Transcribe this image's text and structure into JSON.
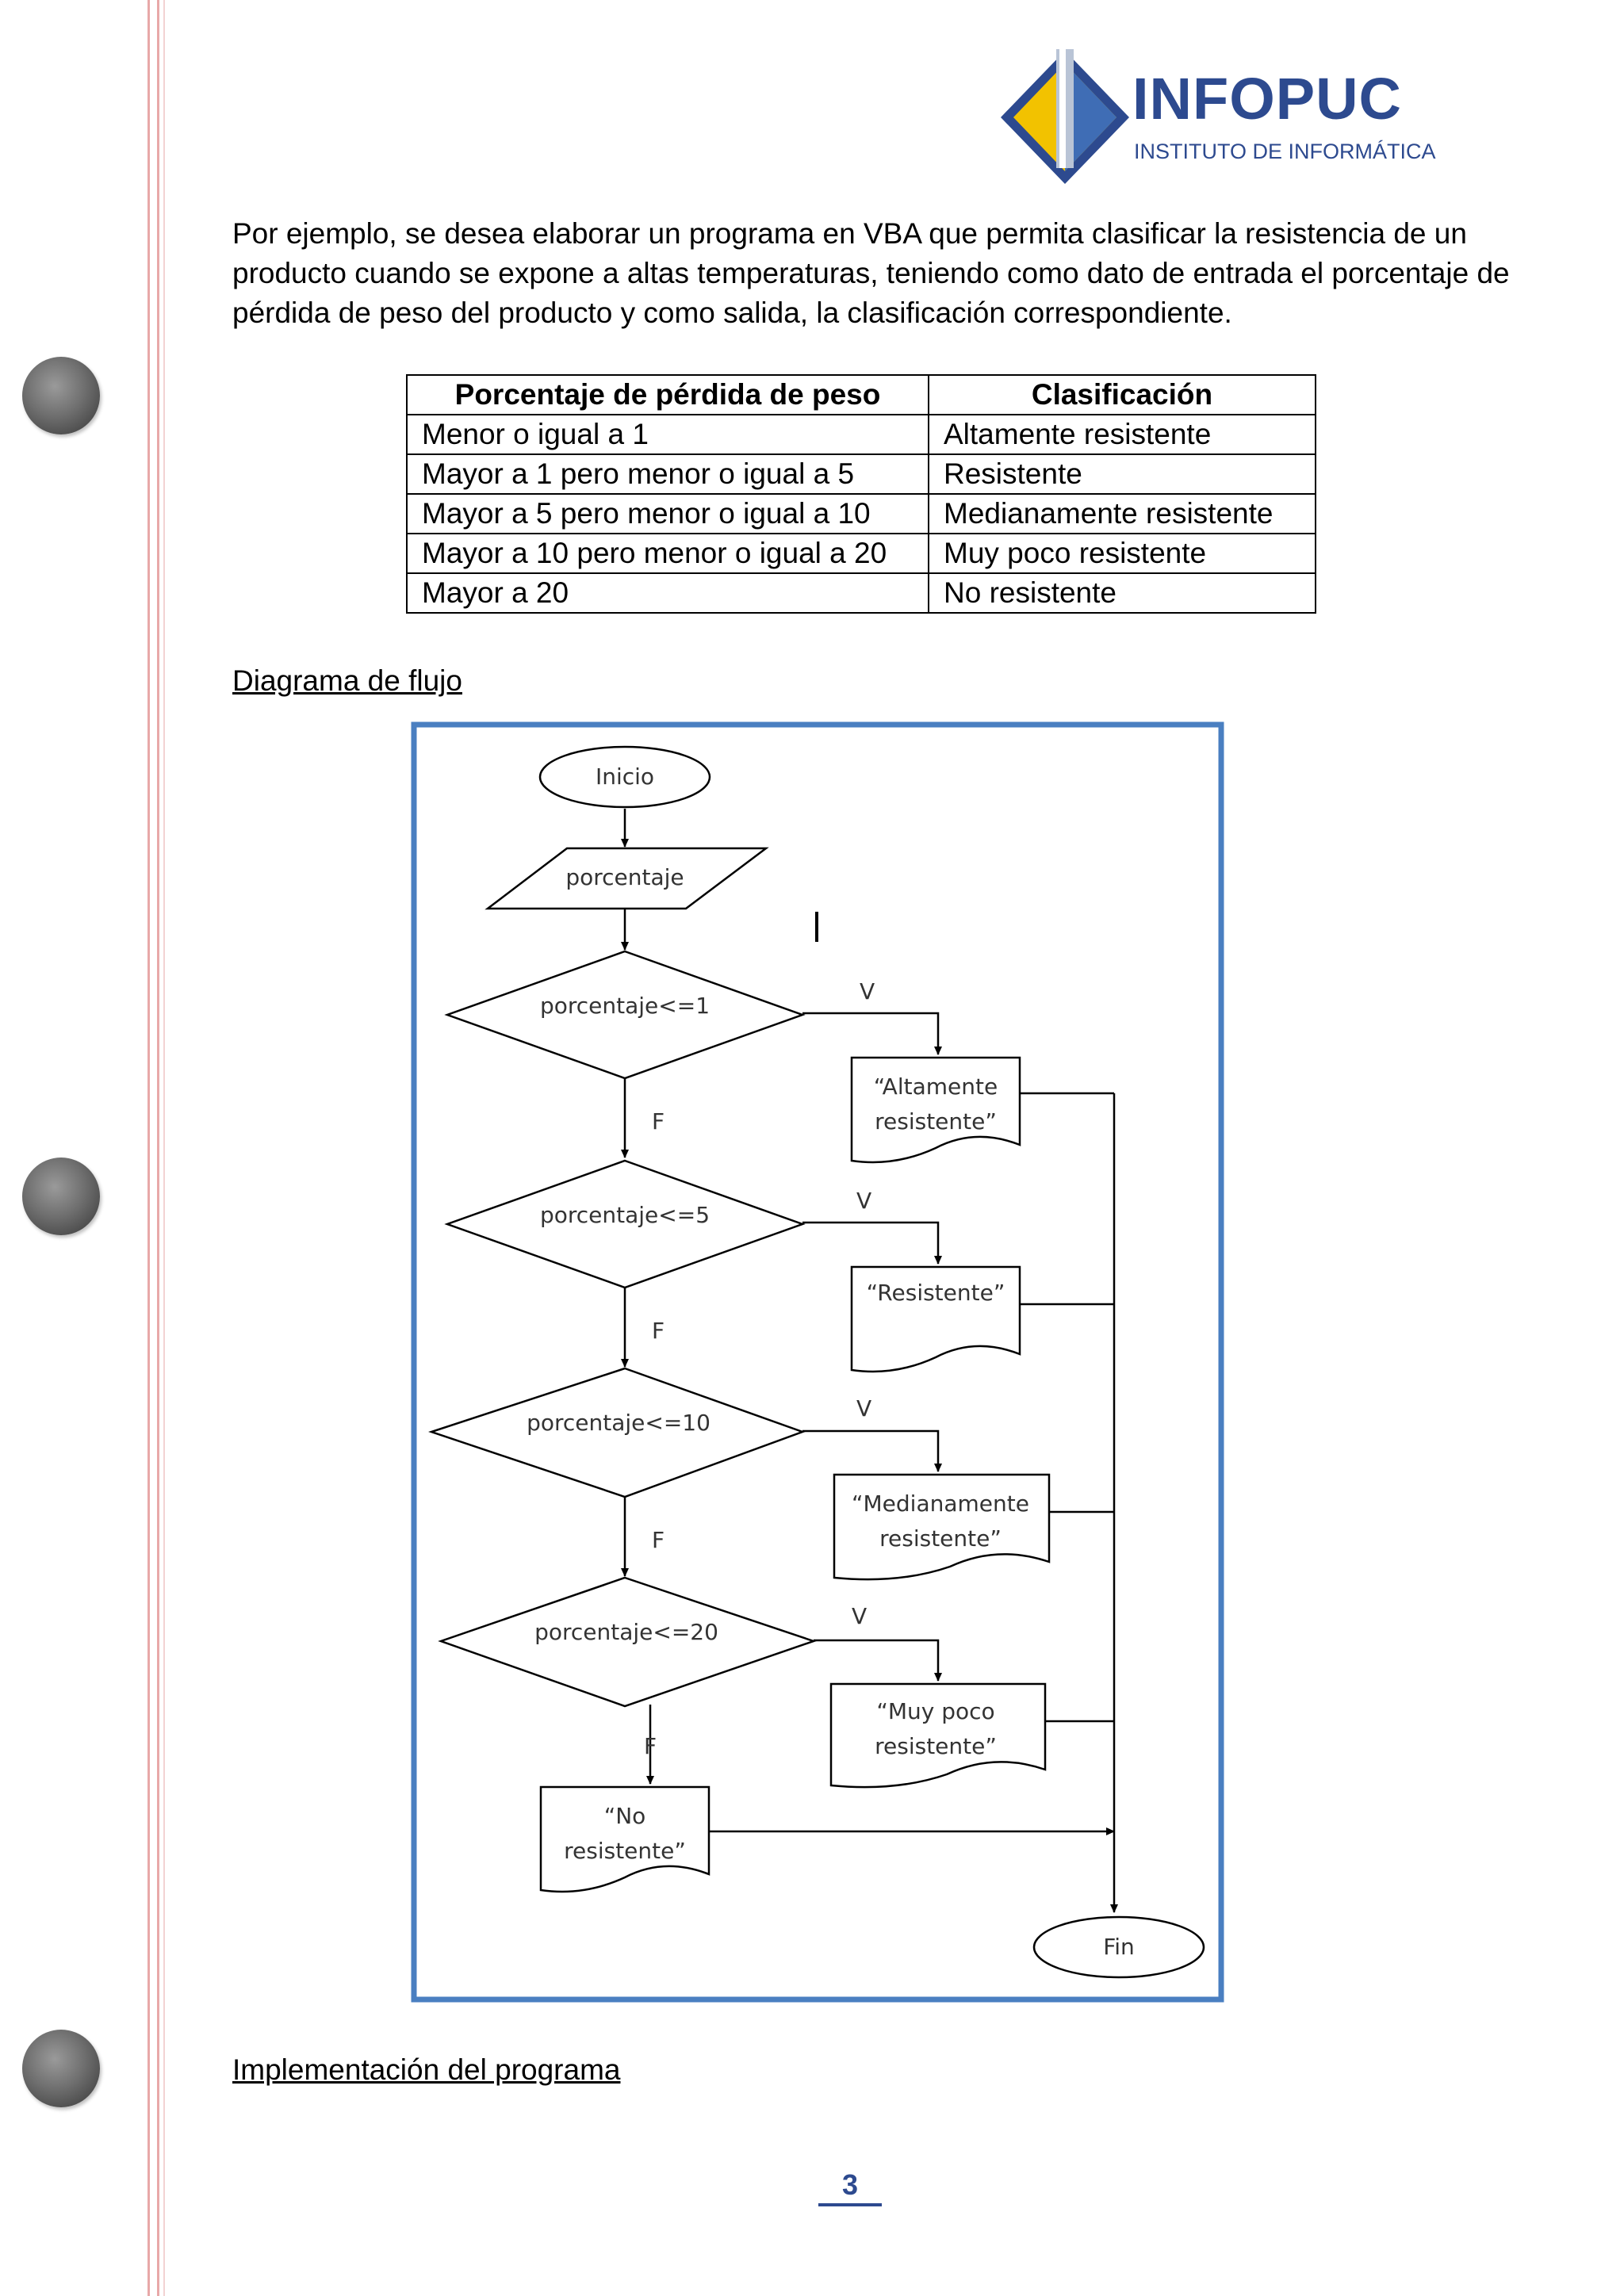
{
  "logo": {
    "name": "INFOPUC",
    "subtitle": "INSTITUTO DE INFORMÁTICA"
  },
  "intro_text": "Por ejemplo, se desea elaborar un programa en VBA que permita clasificar la resistencia de un producto cuando se expone a altas temperaturas, teniendo como dato de entrada el porcentaje de pérdida de peso del producto y como salida, la clasificación correspondiente.",
  "table": {
    "headers": [
      "Porcentaje de pérdida de peso",
      "Clasificación"
    ],
    "rows": [
      [
        "Menor o igual a 1",
        "Altamente resistente"
      ],
      [
        "Mayor a 1 pero menor o igual a 5",
        "Resistente"
      ],
      [
        "Mayor a 5 pero menor o igual a 10",
        "Medianamente resistente"
      ],
      [
        "Mayor a 10 pero menor o igual a 20",
        "Muy poco resistente"
      ],
      [
        "Mayor a 20",
        "No resistente"
      ]
    ]
  },
  "section_flow_title": "Diagrama de flujo",
  "flowchart": {
    "start": "Inicio",
    "input": "porcentaje",
    "decisions": [
      "porcentaje<=1",
      "porcentaje<=5",
      "porcentaje<=10",
      "porcentaje<=20"
    ],
    "true_label": "V",
    "false_label": "F",
    "outputs": [
      [
        "“Altamente",
        "resistente”"
      ],
      [
        "“Resistente”"
      ],
      [
        "“Medianamente",
        "resistente”"
      ],
      [
        "“Muy poco",
        "resistente”"
      ],
      [
        "“No",
        "resistente”"
      ]
    ],
    "end": "Fin"
  },
  "section_impl_title": "Implementación del programa",
  "page_number": "3",
  "colors": {
    "brand_blue": "#2d4a8f",
    "frame_blue": "#4a7fc1",
    "logo_yellow": "#f2c200"
  }
}
